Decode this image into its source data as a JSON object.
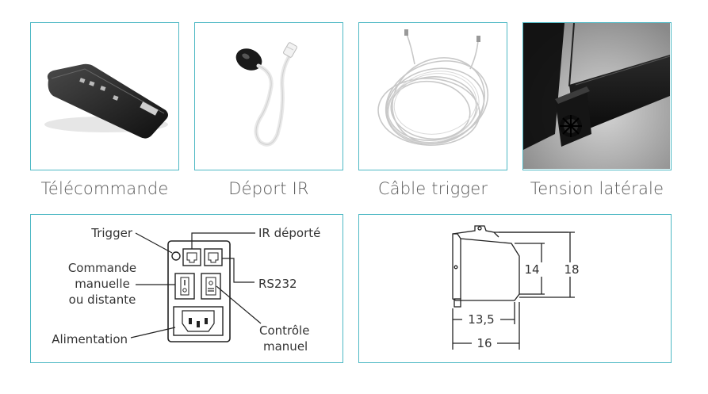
{
  "products": [
    {
      "caption": "Télécommande",
      "icon": "remote-control-icon"
    },
    {
      "caption": "Déport IR",
      "icon": "ir-extension-icon"
    },
    {
      "caption": "Câble trigger",
      "icon": "trigger-cable-icon"
    },
    {
      "caption": "Tension latérale",
      "icon": "side-tension-icon"
    }
  ],
  "panel": {
    "trigger": "Trigger",
    "ir": "IR déporté",
    "cmd1": "Commande",
    "cmd2": "manuelle",
    "cmd3": "ou distante",
    "rs232": "RS232",
    "alim": "Alimentation",
    "ctrl1": "Contrôle",
    "ctrl2": "manuel"
  },
  "dims": {
    "h1": "14",
    "h2": "18",
    "w1": "13,5",
    "w2": "16"
  },
  "colors": {
    "border": "#4db8c4"
  }
}
